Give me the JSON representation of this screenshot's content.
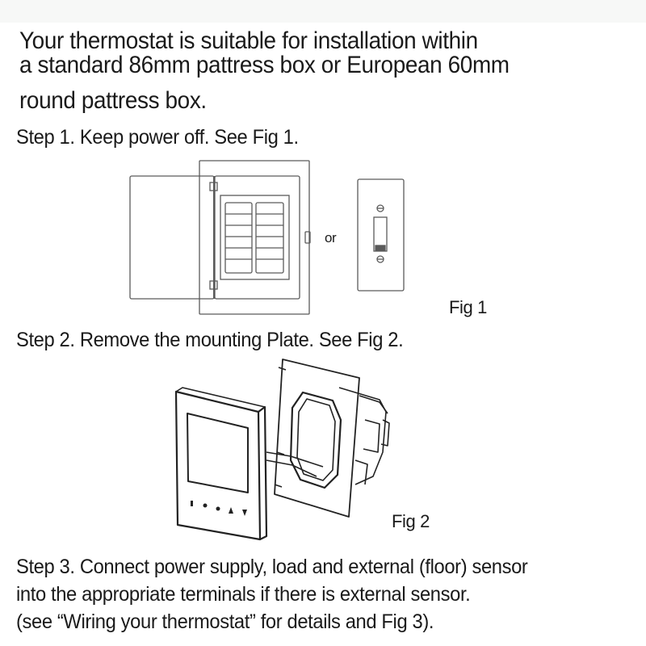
{
  "intro": {
    "lines": [
      "Your thermostat is suitable for installation within",
      "a standard 86mm pattress box or European 60mm",
      "round pattress box."
    ]
  },
  "steps": [
    {
      "label": "Step 1. Keep power off. See Fig 1."
    },
    {
      "label": "Step 2. Remove the mounting Plate. See Fig 2."
    },
    {
      "lines": [
        "Step 3. Connect power supply, load and external (floor) sensor",
        "into the appropriate terminals if there is external sensor.",
        "(see “Wiring your thermostat” for details and Fig 3)."
      ]
    }
  ],
  "figures": {
    "fig1": {
      "caption": "Fig 1",
      "separator": "or",
      "left_icon": "breaker-panel-icon",
      "right_icon": "light-switch-icon"
    },
    "fig2": {
      "caption": "Fig 2",
      "icon": "thermostat-mounting-plate-icon"
    }
  },
  "colors": {
    "text": "#1a1a1a",
    "line_art": "#555555",
    "background": "#ffffff"
  }
}
